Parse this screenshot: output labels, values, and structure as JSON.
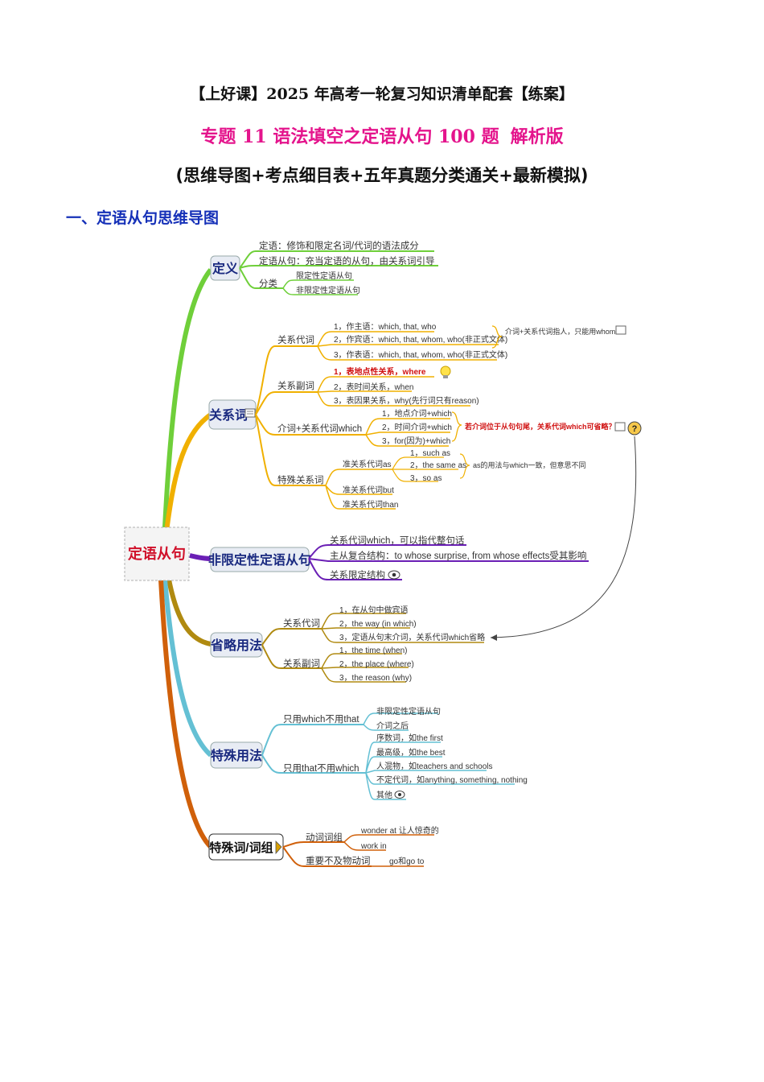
{
  "header": {
    "line1": "【上好课】2025 年高考一轮复习知识清单配套【练案】",
    "line2_main": "专题 11 语法填空之定语从句 100 题",
    "line2_badge": "解析版",
    "line3": "(思维导图+考点细目表+五年真题分类通关+最新模拟)"
  },
  "section": {
    "title": "一、定语从句思维导图"
  },
  "mindmap": {
    "root": "定语从句",
    "def": {
      "label": "定义",
      "item1": "定语：修饰和限定名词/代词的语法成分",
      "item2": "定语从句：充当定语的从句，由关系词引导",
      "cat": "分类",
      "cat1": "限定性定语从句",
      "cat2": "非限定性定语从句"
    },
    "rel": {
      "label": "关系词",
      "pron": "关系代词",
      "pron1": "1，作主语：which, that, who",
      "pron2": "2，作宾语：which, that, whom, who(非正式文体)",
      "pron3": "3，作表语：which, that, whom, who(非正式文体)",
      "pron_note": "介词+关系代词指人，只能用whom",
      "adv": "关系副词",
      "adv1": "1，表地点性关系，where",
      "adv2": "2，表时间关系，when",
      "adv3": "3，表因果关系，why(先行词只有reason)",
      "prep": "介词+关系代词which",
      "prep1": "1，地点介词+which",
      "prep2": "2，时间介词+which",
      "prep3": "3，for(因为)+which",
      "prep_note": "若介词位于从句句尾，关系代词which可省略？",
      "special": "特殊关系词",
      "quasi_as": "准关系代词as",
      "as1": "1，such as",
      "as2": "2，the same as",
      "as3": "3，so as",
      "as_note": "as的用法与which一致，但意思不同",
      "but": "准关系代词but",
      "than": "准关系代词than"
    },
    "nonres": {
      "label": "非限定性定语从句",
      "item1": "关系代词which，可以指代整句话",
      "item2": "主从复合结构：to whose surprise, from whose effects受其影响",
      "item3": "关系限定结构"
    },
    "omit": {
      "label": "省略用法",
      "pron": "关系代词",
      "pron1": "1，在从句中做宾语",
      "pron2": "2，the way (in which)",
      "pron3": "3，定语从句末介词，关系代词which省略",
      "adv": "关系副词",
      "adv1": "1，the time (when)",
      "adv2": "2，the place (where)",
      "adv3": "3，the reason (why)"
    },
    "spec": {
      "label": "特殊用法",
      "which_only": "只用which不用that",
      "w1": "非限定性定语从句",
      "w2": "介词之后",
      "that_only": "只用that不用which",
      "t1": "序数词，如the first",
      "t2": "最高级，如the best",
      "t3": "人混物，如teachers and schools",
      "t4": "不定代词，如anything, something, nothing",
      "t5": "其他"
    },
    "phr": {
      "label": "特殊词/词组",
      "verb": "动词词组",
      "v1": "wonder at 让人惊奇的",
      "v2": "work in",
      "intr": "重要不及物动词",
      "i1": "go和go to"
    },
    "colors": {
      "def": "#6fcf3a",
      "rel": "#f0b000",
      "nonres": "#6a1fb5",
      "omit": "#b08a10",
      "spec": "#64c0d4",
      "phr": "#d0600a",
      "node_fill": "#e8ecf4",
      "root_text": "#d0102a"
    },
    "icons": [
      "note-icon",
      "lightbulb-icon",
      "question-icon",
      "eye-icon",
      "flag-icon"
    ]
  }
}
